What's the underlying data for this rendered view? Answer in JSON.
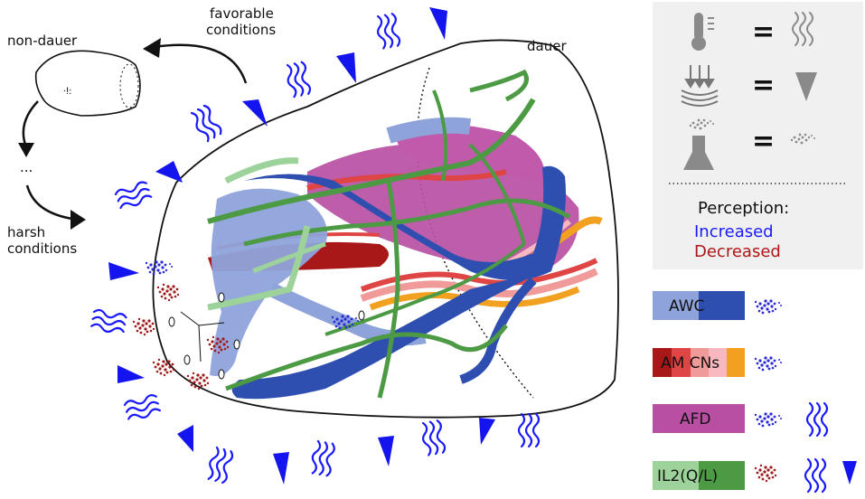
{
  "labels": {
    "non_dauer": "non-dauer",
    "favorable_line1": "favorable",
    "favorable_line2": "conditions",
    "ellipsis": "...",
    "harsh_line1": "harsh",
    "harsh_line2": "conditions",
    "dauer": "dauer"
  },
  "legend": {
    "perception_title": "Perception:",
    "increased": "Increased",
    "decreased": "Decreased",
    "equals": "="
  },
  "neuron_key": [
    {
      "label": "AWC",
      "colors": [
        "#8fa3db",
        "#2e4fb0"
      ]
    },
    {
      "label": "AM CNs",
      "colors": [
        "#a81818",
        "#e04545",
        "#f09a9a",
        "#f8b8c0",
        "#f2a020"
      ]
    },
    {
      "label": "AFD",
      "colors": [
        "#b84fa3"
      ]
    },
    {
      "label": "IL2(Q/L)",
      "colors": [
        "#9dd29a",
        "#4d9a44"
      ]
    }
  ],
  "colors": {
    "stimulus_blue": "#1414ee",
    "increased": "#1a1aff",
    "decreased": "#b01515",
    "legend_bg": "#f0f0f0"
  }
}
